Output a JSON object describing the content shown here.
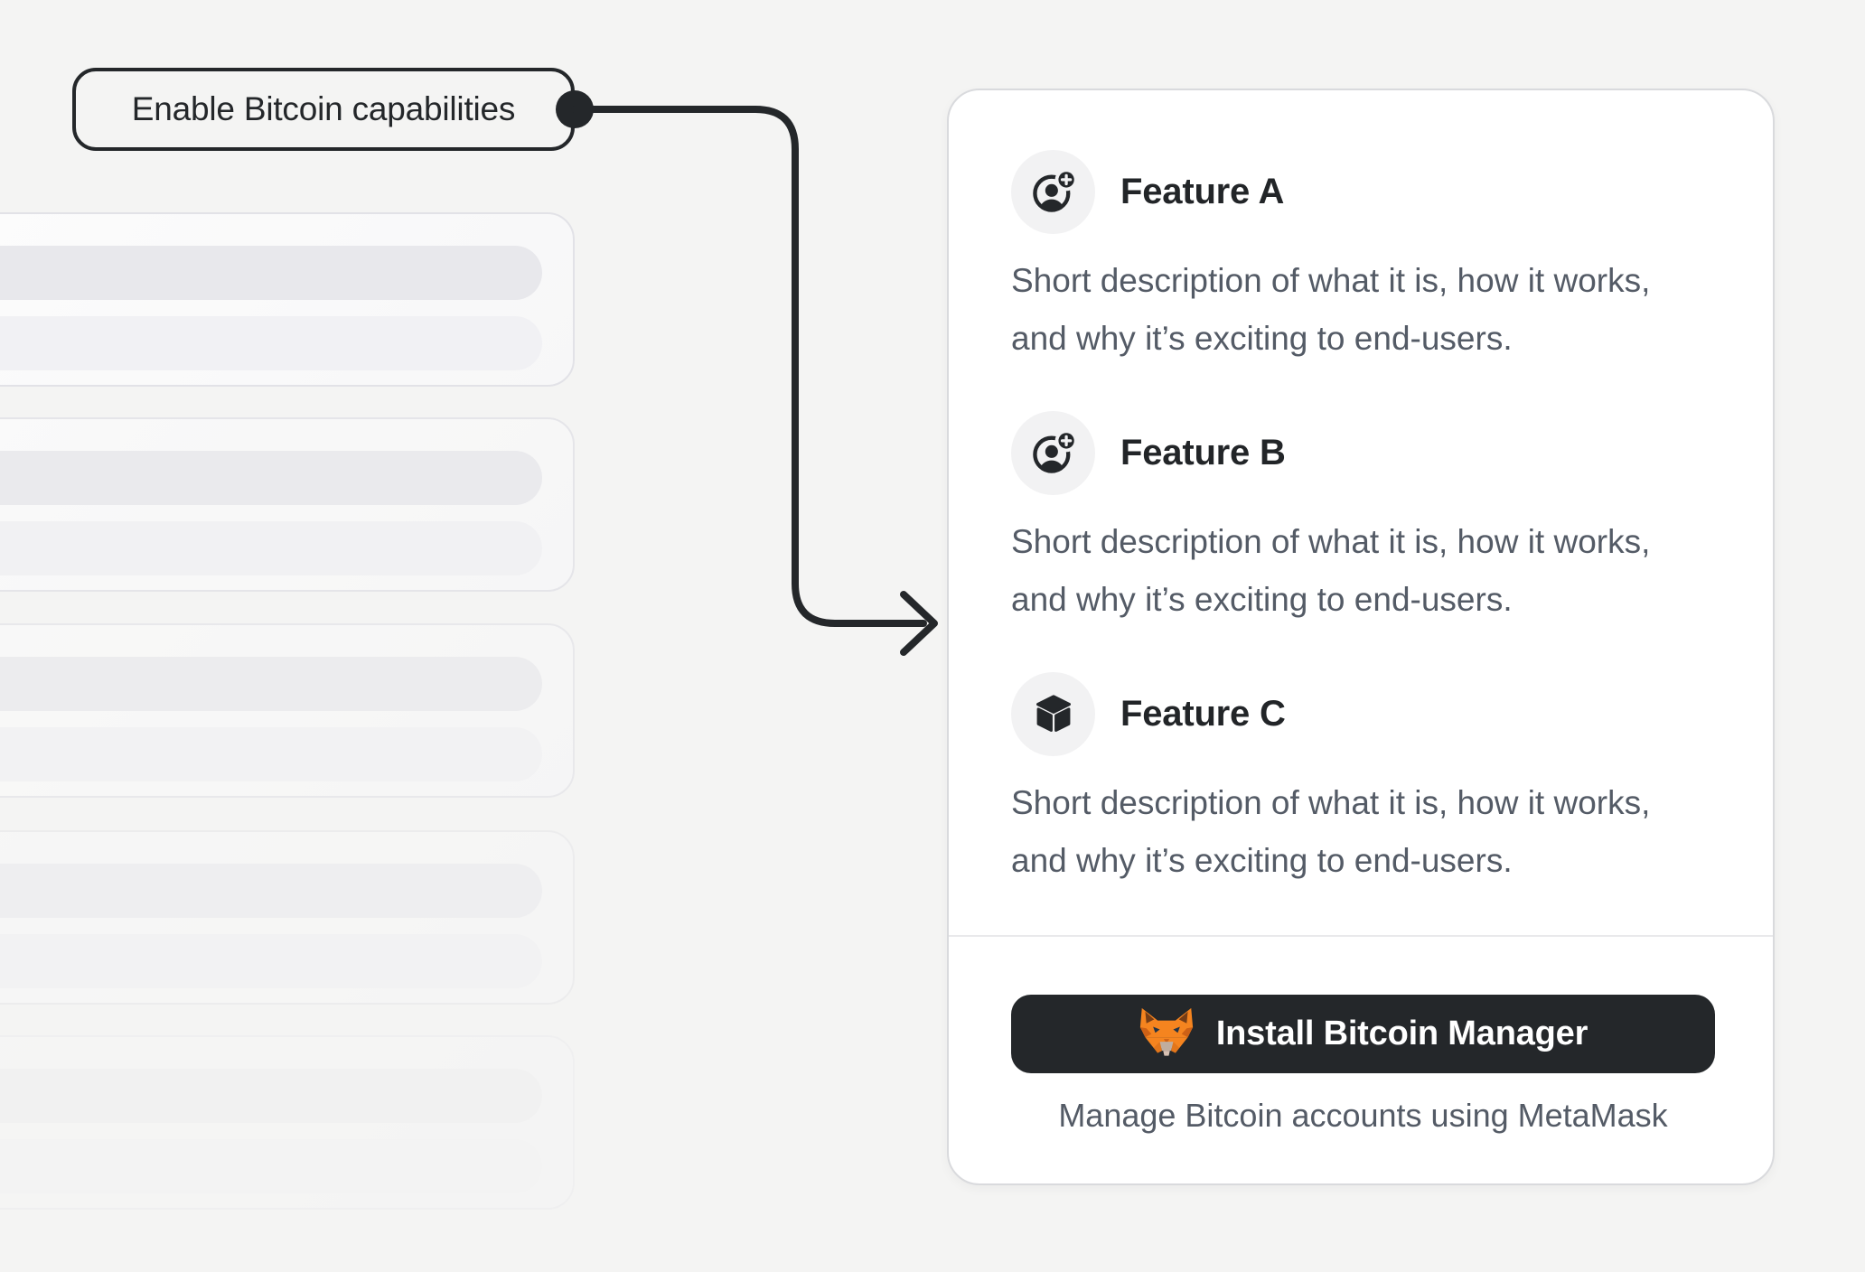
{
  "page": {
    "background_color": "#f4f4f3",
    "accent_dark": "#24272a",
    "text_gray": "#545b66",
    "card_border": "#d9dadd",
    "fox_orange": "#f5841f"
  },
  "annotation": {
    "label": "Enable Bitcoin capabilities",
    "connector": "elbow-arrow-pointing-to-panel"
  },
  "skeleton_list": {
    "card_count": 5,
    "bars_per_card": 2
  },
  "panel": {
    "features": [
      {
        "icon": "account-plus-icon",
        "title": "Feature A",
        "description": "Short description of what it is, how it works, and why it’s exciting to end-users."
      },
      {
        "icon": "account-plus-icon",
        "title": "Feature B",
        "description": "Short description of what it is, how it works, and why it’s exciting to end-users."
      },
      {
        "icon": "cube-icon",
        "title": "Feature C",
        "description": "Short description of what it is, how it works, and why it’s exciting to end-users."
      }
    ],
    "install_button": {
      "icon": "metamask-fox-icon",
      "label": "Install Bitcoin Manager"
    },
    "caption": "Manage Bitcoin accounts using MetaMask"
  }
}
